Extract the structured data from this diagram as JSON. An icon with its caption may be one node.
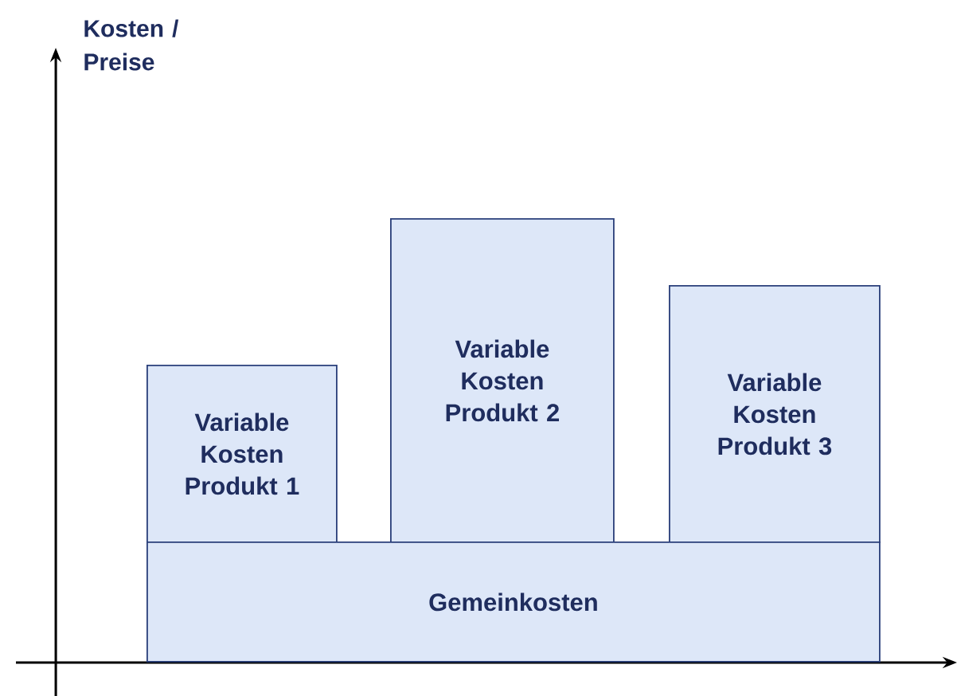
{
  "diagram": {
    "nodes": [
      {
        "text": [
          "Variable Kosten Produkt 1"
        ]
      },
      {
        "text": [
          "Variable Kosten Produkt 2"
        ]
      },
      {
        "text": [
          "Variable Kosten Produkt 3"
        ]
      },
      {
        "text": [
          "Gemeinkosten"
        ]
      }
    ],
    "labels": [
      "Kosten / Preise"
    ]
  }
}
